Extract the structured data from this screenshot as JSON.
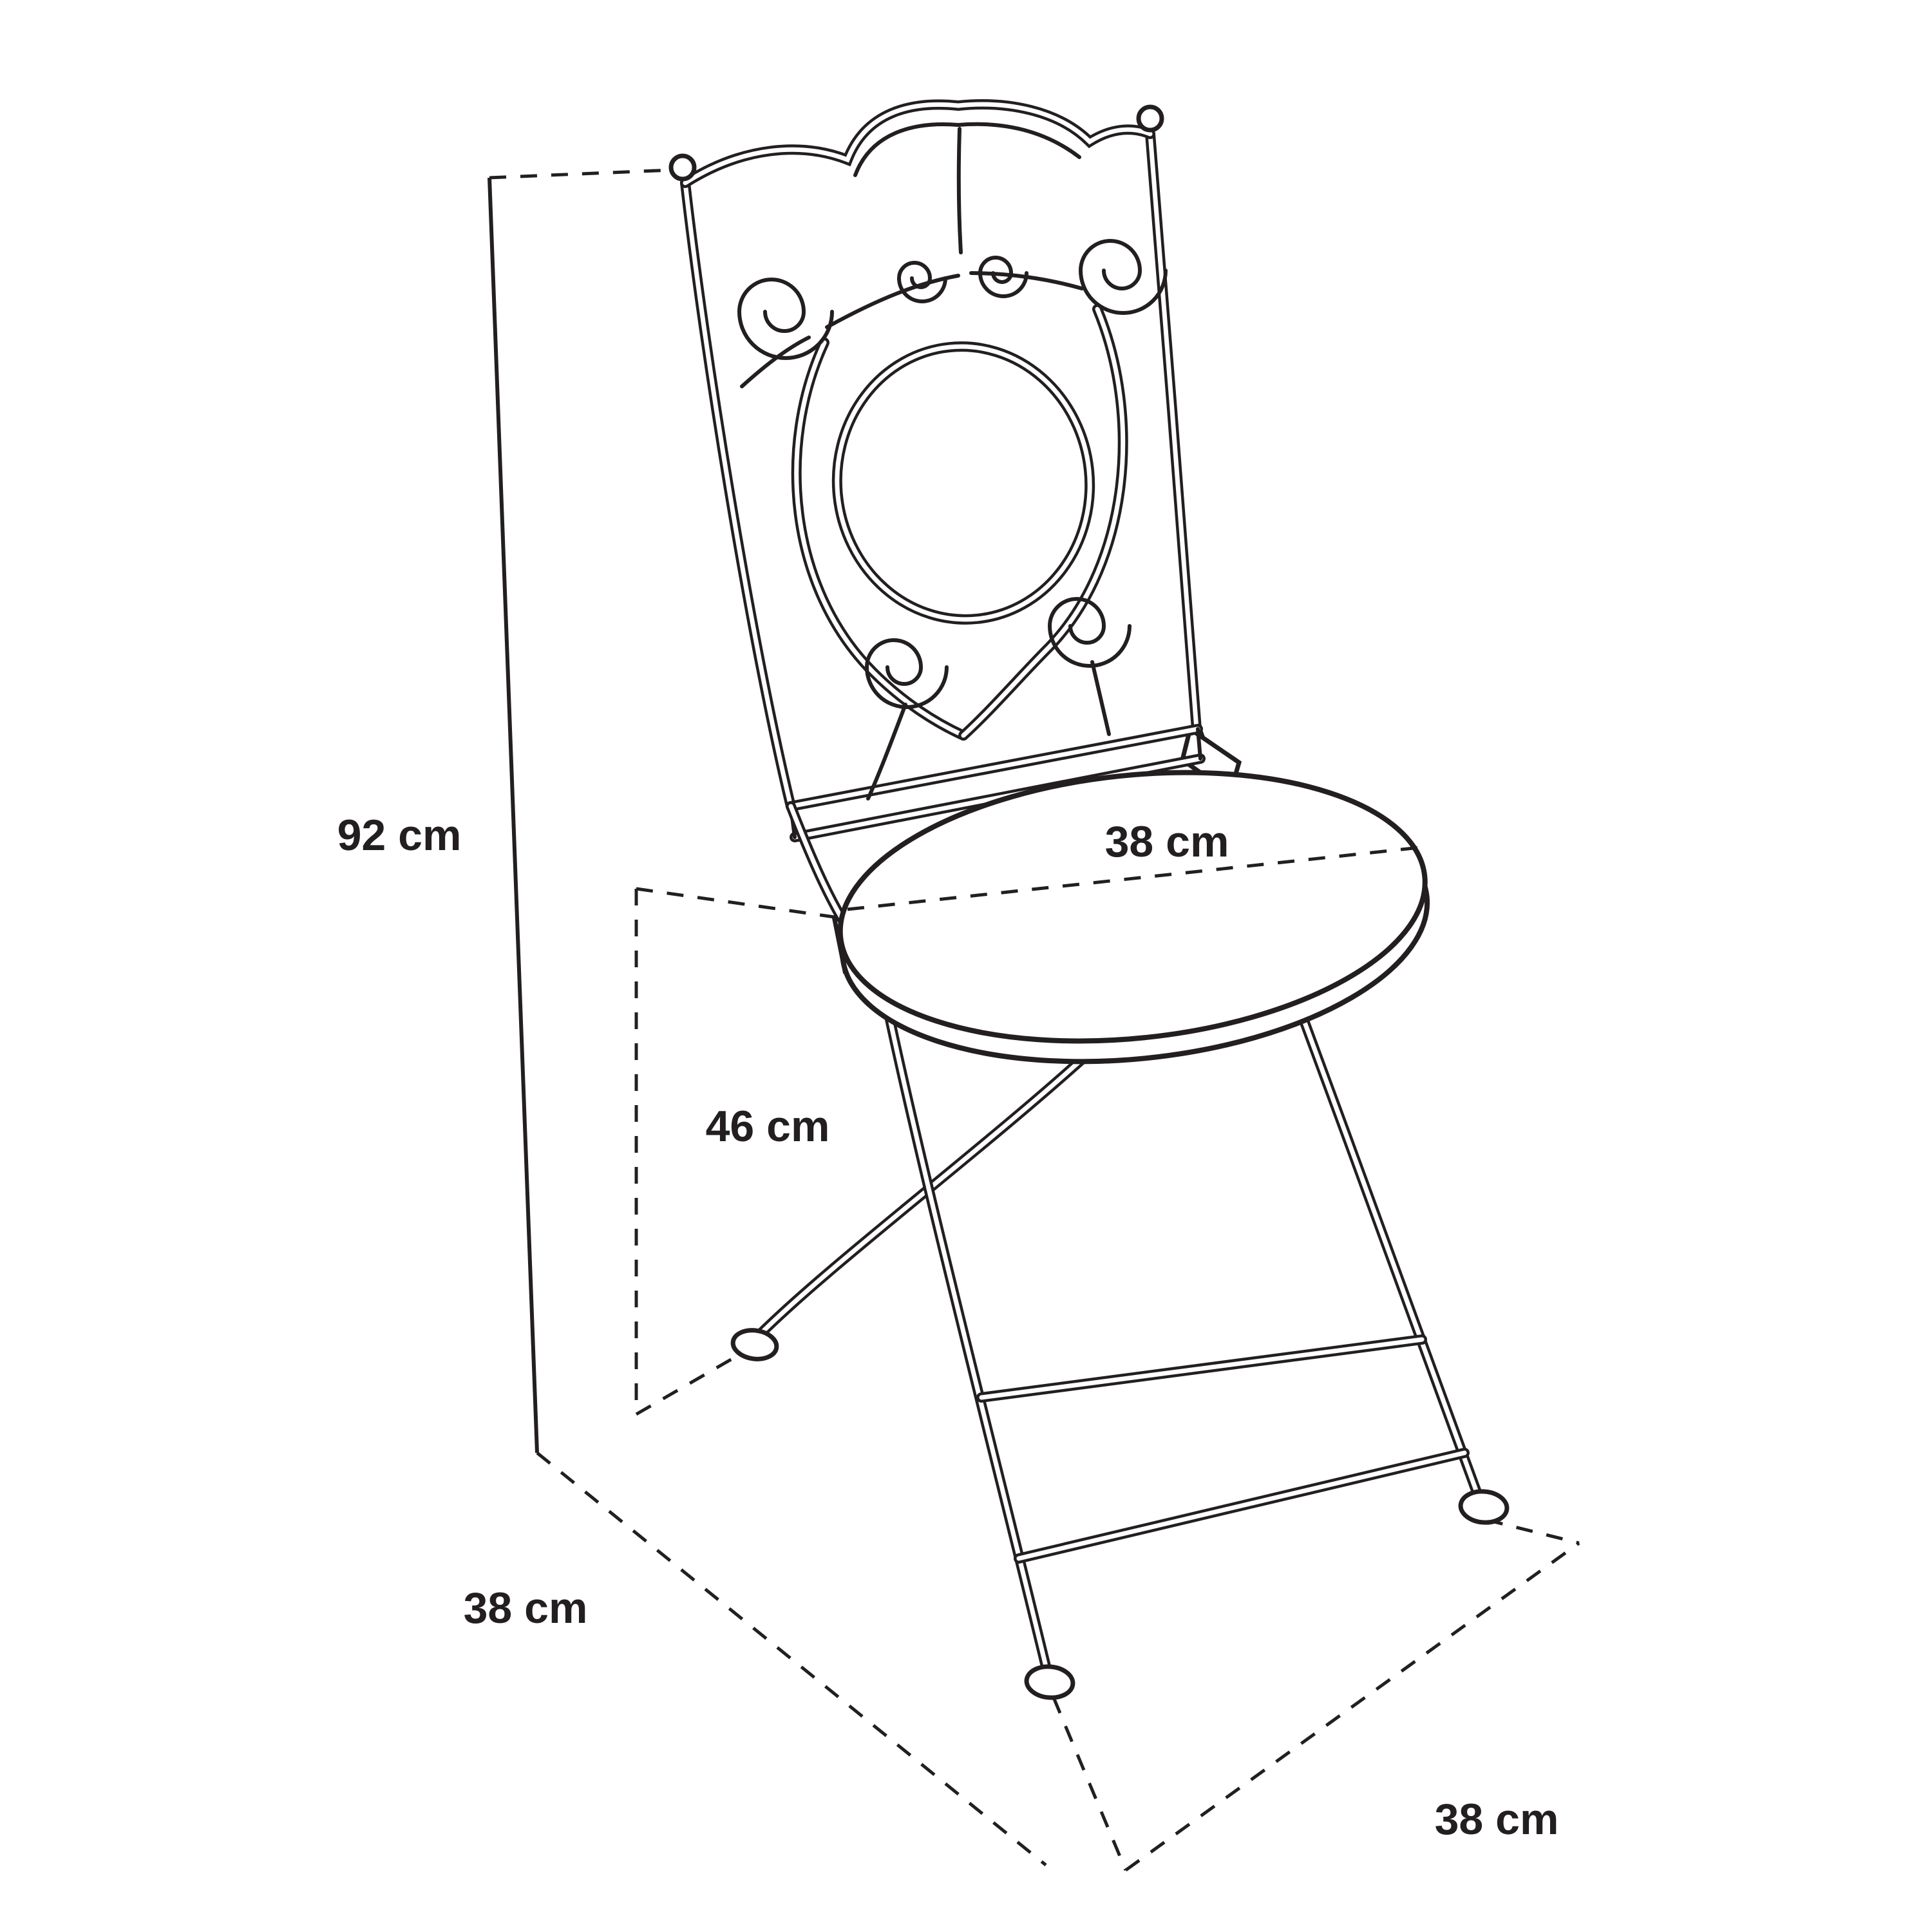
{
  "page": {
    "background_color": "#ffffff",
    "line_color": "#231f20"
  },
  "diagram": {
    "type": "product-dimension-diagram",
    "subject": "folding bistro chair with ornate scrollwork backrest and round seat",
    "labels": {
      "height": "92 cm",
      "seat_height": "46 cm",
      "seat_diameter": "38 cm",
      "depth": "38 cm",
      "width": "38 cm"
    }
  }
}
